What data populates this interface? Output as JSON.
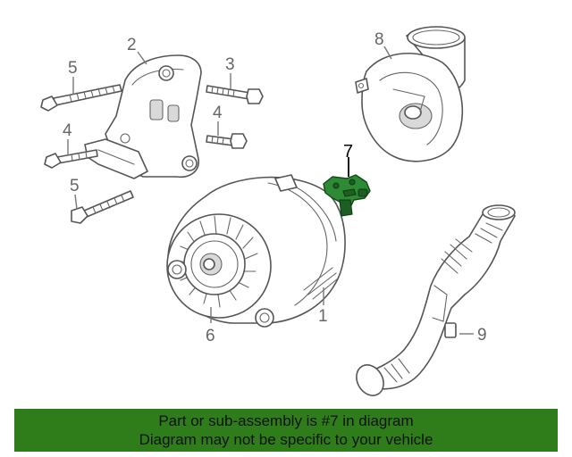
{
  "callouts": {
    "c1": "1",
    "c2": "2",
    "c3": "3",
    "c4a": "4",
    "c4b": "4",
    "c5a": "5",
    "c5b": "5",
    "c6": "6",
    "c7": "7",
    "c8": "8",
    "c9": "9"
  },
  "highlight_color": "#2e7d1a",
  "footer": {
    "line1": "Part or sub-assembly is #7 in diagram",
    "line2": "Diagram may not be specific to your vehicle"
  }
}
